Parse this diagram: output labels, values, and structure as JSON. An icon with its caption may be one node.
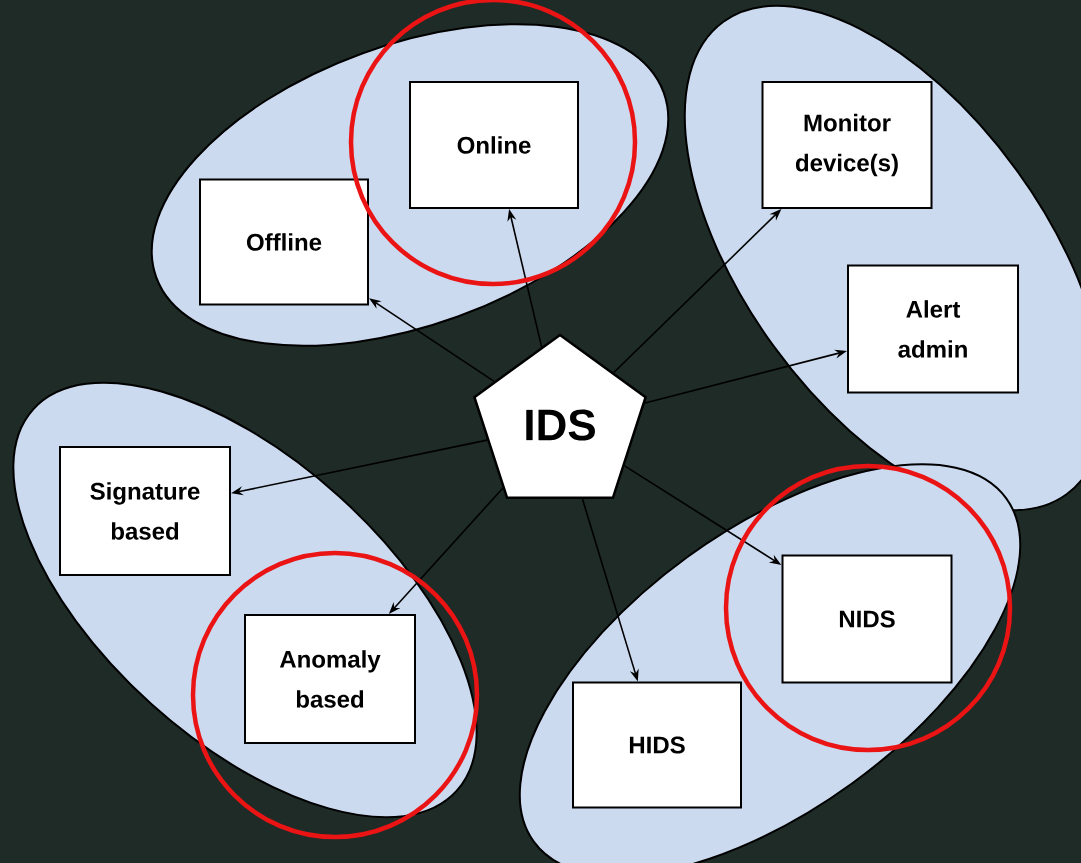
{
  "diagram": {
    "nodes": [
      {
        "text": [],
        "shape": "ellipse"
      },
      {
        "text": [
          "Online"
        ],
        "in": 0
      },
      {
        "text": [
          "Offline"
        ],
        "in": 0
      },
      {
        "text": [],
        "shape": "ellipse"
      },
      {
        "text": [
          "Monitor device(s)"
        ],
        "in": 3
      },
      {
        "text": [
          "Alert admin"
        ],
        "in": 3
      },
      {
        "text": [
          "IDS"
        ]
      },
      {
        "text": [],
        "shape": "ellipse"
      },
      {
        "text": [
          "Signature based"
        ],
        "in": 7
      },
      {
        "text": [
          "Anomaly based"
        ],
        "in": 7
      },
      {
        "text": [],
        "shape": "ellipse"
      },
      {
        "text": [
          "NIDS"
        ],
        "in": 10
      },
      {
        "text": [
          "HIDS"
        ],
        "in": 10
      }
    ],
    "edges": [
      {
        "from": 6,
        "to": 2,
        "arrow": "to"
      },
      {
        "from": 6,
        "to": 1,
        "arrow": "to"
      },
      {
        "from": 6,
        "to": 4,
        "arrow": "to"
      },
      {
        "from": 6,
        "to": 5,
        "arrow": "to"
      },
      {
        "from": 6,
        "to": 8,
        "arrow": "to"
      },
      {
        "from": 6,
        "to": 9,
        "arrow": "to"
      },
      {
        "from": 6,
        "to": 12,
        "arrow": "to"
      },
      {
        "from": 6,
        "to": 11,
        "arrow": "to"
      }
    ]
  }
}
